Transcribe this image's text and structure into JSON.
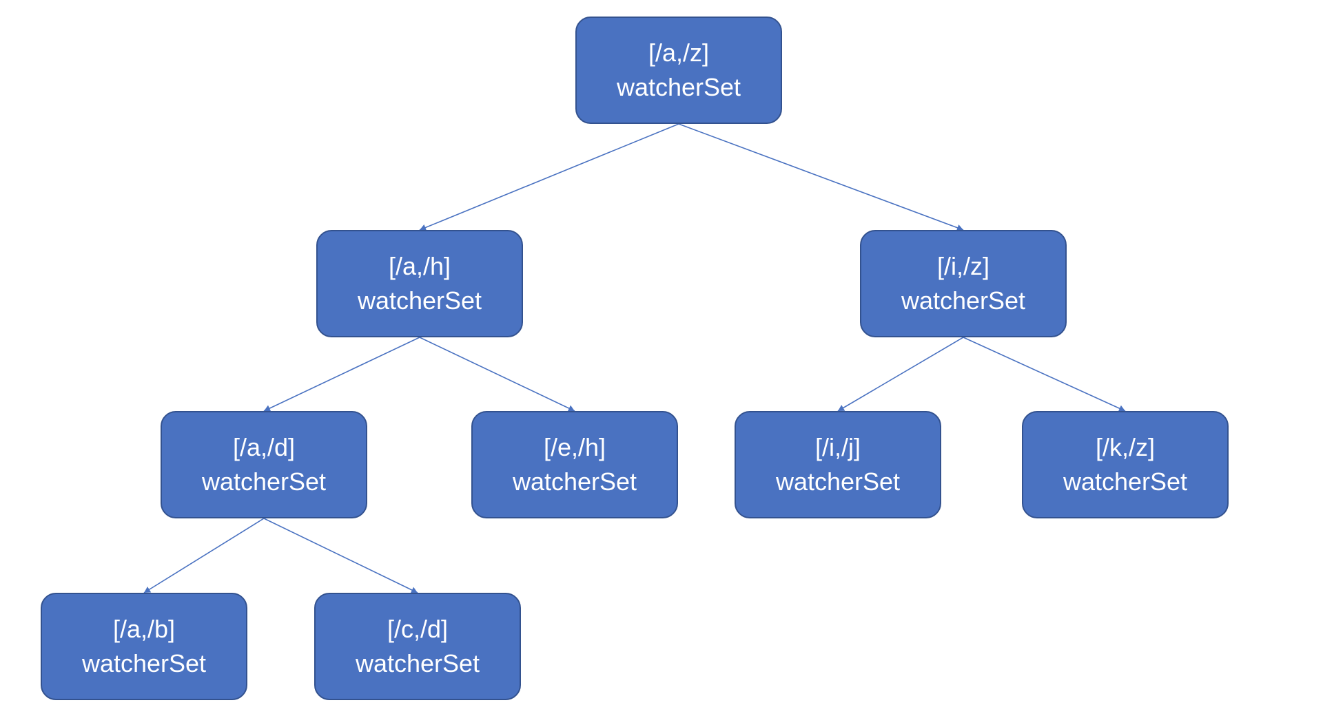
{
  "tree": {
    "nodes": [
      {
        "id": "root",
        "range": "[/a,/z]",
        "label": "watcherSet"
      },
      {
        "id": "ah",
        "range": "[/a,/h]",
        "label": "watcherSet"
      },
      {
        "id": "iz",
        "range": "[/i,/z]",
        "label": "watcherSet"
      },
      {
        "id": "ad",
        "range": "[/a,/d]",
        "label": "watcherSet"
      },
      {
        "id": "eh",
        "range": "[/e,/h]",
        "label": "watcherSet"
      },
      {
        "id": "ij",
        "range": "[/i,/j]",
        "label": "watcherSet"
      },
      {
        "id": "kz",
        "range": "[/k,/z]",
        "label": "watcherSet"
      },
      {
        "id": "ab",
        "range": "[/a,/b]",
        "label": "watcherSet"
      },
      {
        "id": "cd",
        "range": "[/c,/d]",
        "label": "watcherSet"
      }
    ],
    "edges": [
      {
        "from": "root",
        "to": "ah"
      },
      {
        "from": "root",
        "to": "iz"
      },
      {
        "from": "ah",
        "to": "ad"
      },
      {
        "from": "ah",
        "to": "eh"
      },
      {
        "from": "iz",
        "to": "ij"
      },
      {
        "from": "iz",
        "to": "kz"
      },
      {
        "from": "ad",
        "to": "ab"
      },
      {
        "from": "ad",
        "to": "cd"
      }
    ],
    "colors": {
      "node_fill": "#4a72c1",
      "node_border": "#33528f",
      "edge": "#4a72c1",
      "text": "#ffffff"
    }
  }
}
